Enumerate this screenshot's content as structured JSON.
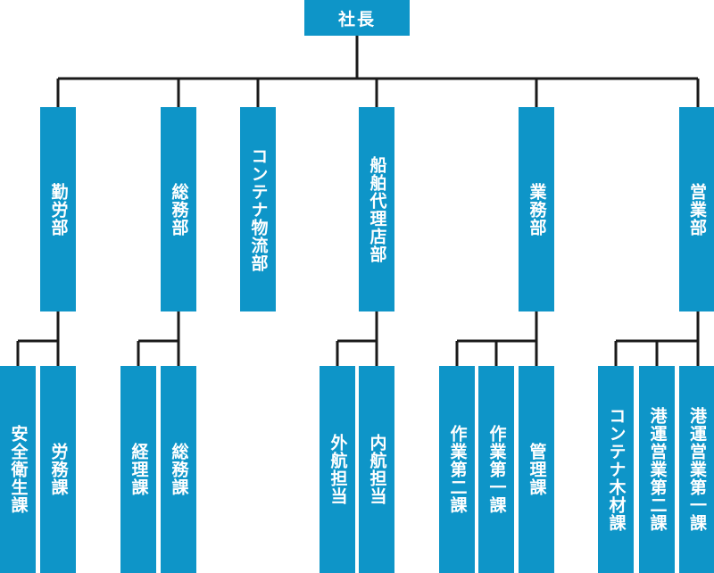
{
  "colors": {
    "box": "#0e95c8",
    "line": "#1a1a1a",
    "text": "#ffffff"
  },
  "president": "社長",
  "departments": [
    {
      "label": "勤労部",
      "sections": [
        "安全衛生課",
        "労務課"
      ]
    },
    {
      "label": "総務部",
      "sections": [
        "経理課",
        "総務課"
      ]
    },
    {
      "label": "コンテナ物流部",
      "sections": []
    },
    {
      "label": "船舶代理店部",
      "sections": [
        "外航担当",
        "内航担当"
      ]
    },
    {
      "label": "業務部",
      "sections": [
        "作業第二課",
        "作業第一課",
        "管理課"
      ]
    },
    {
      "label": "営業部",
      "sections": [
        "コンテナ木材課",
        "港運営業第二課",
        "港運営業第一課"
      ]
    }
  ]
}
